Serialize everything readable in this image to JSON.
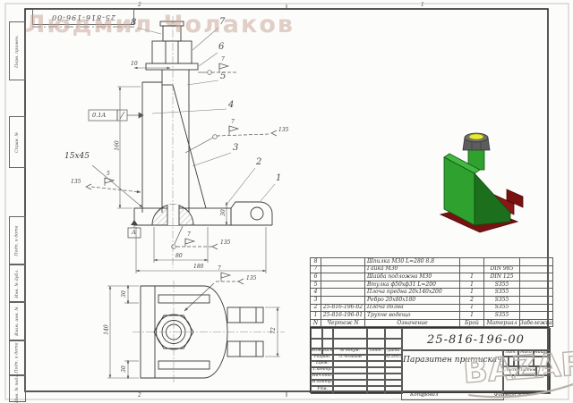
{
  "sheet": {
    "stamp": "25-816-196-00",
    "watermark_name": "Людмил Чолаков",
    "watermark_logo": "BAZAR",
    "zones": {
      "top_left": "2",
      "top_right": "1",
      "bottom_left": "2",
      "bottom_right": "1"
    },
    "footer": {
      "copied": "Копировал",
      "format": "Формат А3"
    },
    "margin_labels": [
      "Перв. примен.",
      "Справ. №",
      "Подп. и дата",
      "Инв. № дубл.",
      "Взам. инв. №",
      "Подп. и дата",
      "Инв. № подл."
    ]
  },
  "drawing": {
    "callouts": [
      "1",
      "2",
      "3",
      "4",
      "5",
      "6",
      "7",
      "8"
    ],
    "front": {
      "dim10": "10",
      "dim160": "160",
      "dim80": "80",
      "dim180": "180",
      "dim30": "30",
      "chamfer": "15x45",
      "tolerance": "0.1А",
      "datum": "А",
      "weld_left_135": "135",
      "weld_left_flag": "5",
      "weld_top_flag": "7",
      "weld_mid_flag": "7",
      "weld_mid_135": "135",
      "weld_bottom_flag": "7",
      "weld_bottom_135": "135"
    },
    "plan": {
      "dim140": "140",
      "dim30_top": "30",
      "dim30_bottom": "30",
      "dim72": "72",
      "weld_flag": "7",
      "weld_135": "135"
    }
  },
  "bom": {
    "headers": [
      "N",
      "Чертеж N",
      "Означение",
      "Брой",
      "Материал",
      "Забележка"
    ],
    "rows": [
      {
        "n": "8",
        "drawing": "",
        "name": "Шпилка М30 L=280  8.8",
        "qty": "",
        "material": "",
        "note": ""
      },
      {
        "n": "7",
        "drawing": "",
        "name": "Гайка М30",
        "qty": "",
        "material": "DIN 985",
        "note": ""
      },
      {
        "n": "6",
        "drawing": "",
        "name": "Шайба подложна М30",
        "qty": "1",
        "material": "DIN 125",
        "note": ""
      },
      {
        "n": "5",
        "drawing": "",
        "name": "Втулка ф50хф31  L=200",
        "qty": "1",
        "material": "S355",
        "note": ""
      },
      {
        "n": "4",
        "drawing": "",
        "name": "Плоча предна 20х140х200",
        "qty": "1",
        "material": "S355",
        "note": ""
      },
      {
        "n": "3",
        "drawing": "",
        "name": "Ребро 20х80х180",
        "qty": "2",
        "material": "S355",
        "note": ""
      },
      {
        "n": "2",
        "drawing": "25-816-196-02",
        "name": "Плоча долна",
        "qty": "1",
        "material": "S355",
        "note": ""
      },
      {
        "n": "1",
        "drawing": "25-816-196-01",
        "name": "Трупче водещо",
        "qty": "1",
        "material": "S355",
        "note": ""
      }
    ]
  },
  "title_block": {
    "number": "25-816-196-00",
    "title": "Паразитен притискач",
    "header_cols": [
      "Изм.",
      "Лист",
      "№ докум.",
      "Подп.",
      "Дата"
    ],
    "staff_rows": [
      {
        "label": "Разраб.",
        "name": "Л.Чолаков",
        "date": "02.2015"
      },
      {
        "label": "Пров.",
        "name": "",
        "date": ""
      },
      {
        "label": "Т.контр.",
        "name": "",
        "date": ""
      },
      {
        "label": "Нач.отд.",
        "name": "",
        "date": ""
      },
      {
        "label": "Н.контр.",
        "name": "",
        "date": ""
      },
      {
        "label": "Утв.",
        "name": "",
        "date": ""
      }
    ],
    "lit_label": "Лит.",
    "mass_label": "Маса",
    "scale_label": "Мащаб",
    "sheet_label": "Лист",
    "sheets_label": "Листов",
    "sheets_value": "1"
  }
}
